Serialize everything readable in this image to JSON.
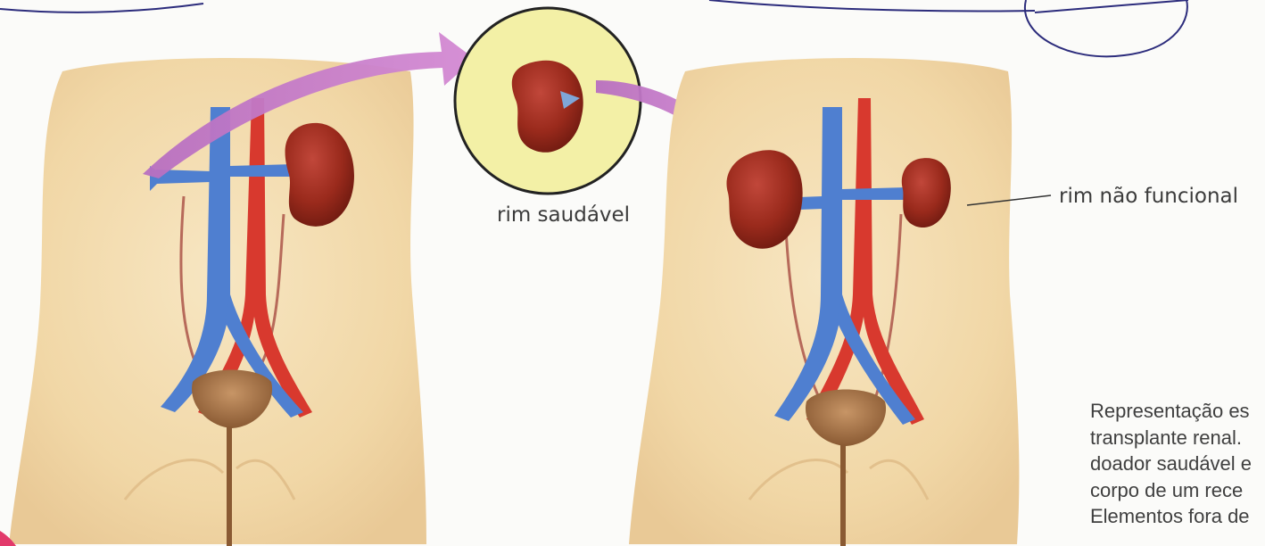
{
  "labels": {
    "healthy_kidney": "rim saudável",
    "non_functional_kidney": "rim não funcional"
  },
  "caption": {
    "lines": [
      "Representação es",
      "transplante renal.",
      "doador saudável e",
      "corpo de um rece",
      "Elementos fora de"
    ]
  },
  "colors": {
    "skin": "#f1d7a6",
    "vein": "#4f7fd0",
    "artery": "#d8392e",
    "kidney": "#9a2a1c",
    "arrow": "#c77bc9",
    "circle_fill": "#f3f0a6",
    "bladder": "#9a6a42",
    "ink": "#2c2c7c"
  }
}
